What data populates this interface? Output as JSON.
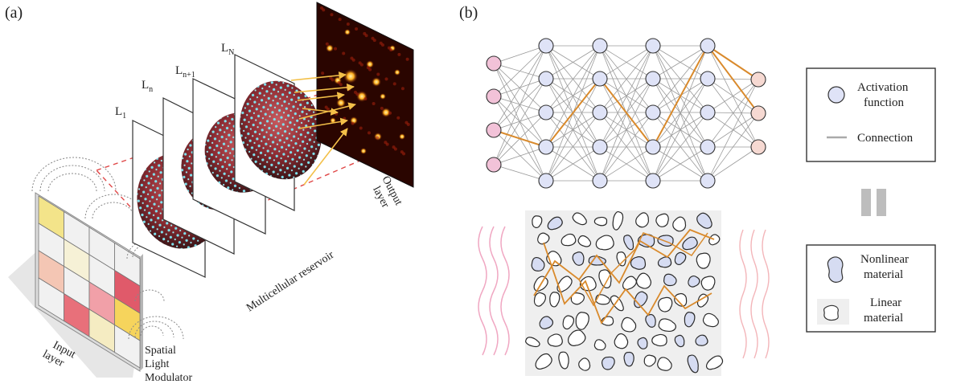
{
  "panel_a": {
    "label": "(a)",
    "layers": {
      "l1": "L",
      "l1_sub": "1",
      "ln": "L",
      "ln_sub": "n",
      "ln1": "L",
      "ln1_sub": "n+1",
      "lN": "L",
      "lN_sub": "N"
    },
    "input_layer": [
      "Input",
      "layer"
    ],
    "slm": [
      "Spatial",
      "Light",
      "Modulator"
    ],
    "reservoir": "Multicellular reservoir",
    "output_layer": [
      "Output",
      "layer"
    ],
    "slm_cell_fills": [
      [
        "#f3e48a",
        "#f1f1f1",
        "#f1f1f1",
        "#f1f1f1"
      ],
      [
        "#f1f1f1",
        "#f6f1d6",
        "#f1f1f1",
        "#e05a6a"
      ],
      [
        "#f4c6b4",
        "#f1f1f1",
        "#f1a0a8",
        "#f6d45c"
      ],
      [
        "#f1f1f1",
        "#e8707a",
        "#f5ecc2",
        "#f1f1f1"
      ]
    ]
  },
  "panel_b": {
    "label": "(b)",
    "legend_top": {
      "activation": [
        "Activation",
        "function"
      ],
      "connection": "Connection"
    },
    "legend_bottom": {
      "nonlinear": [
        "Nonlinear",
        "material"
      ],
      "linear": [
        "Linear",
        "material"
      ]
    },
    "colors": {
      "input_node": "#f2c2d8",
      "hidden_node": "#dfe3f7",
      "output_node": "#f6d9d2",
      "path": "#d98a2c",
      "edge": "#9a9a9a",
      "wave": "#f0a7c2"
    }
  }
}
